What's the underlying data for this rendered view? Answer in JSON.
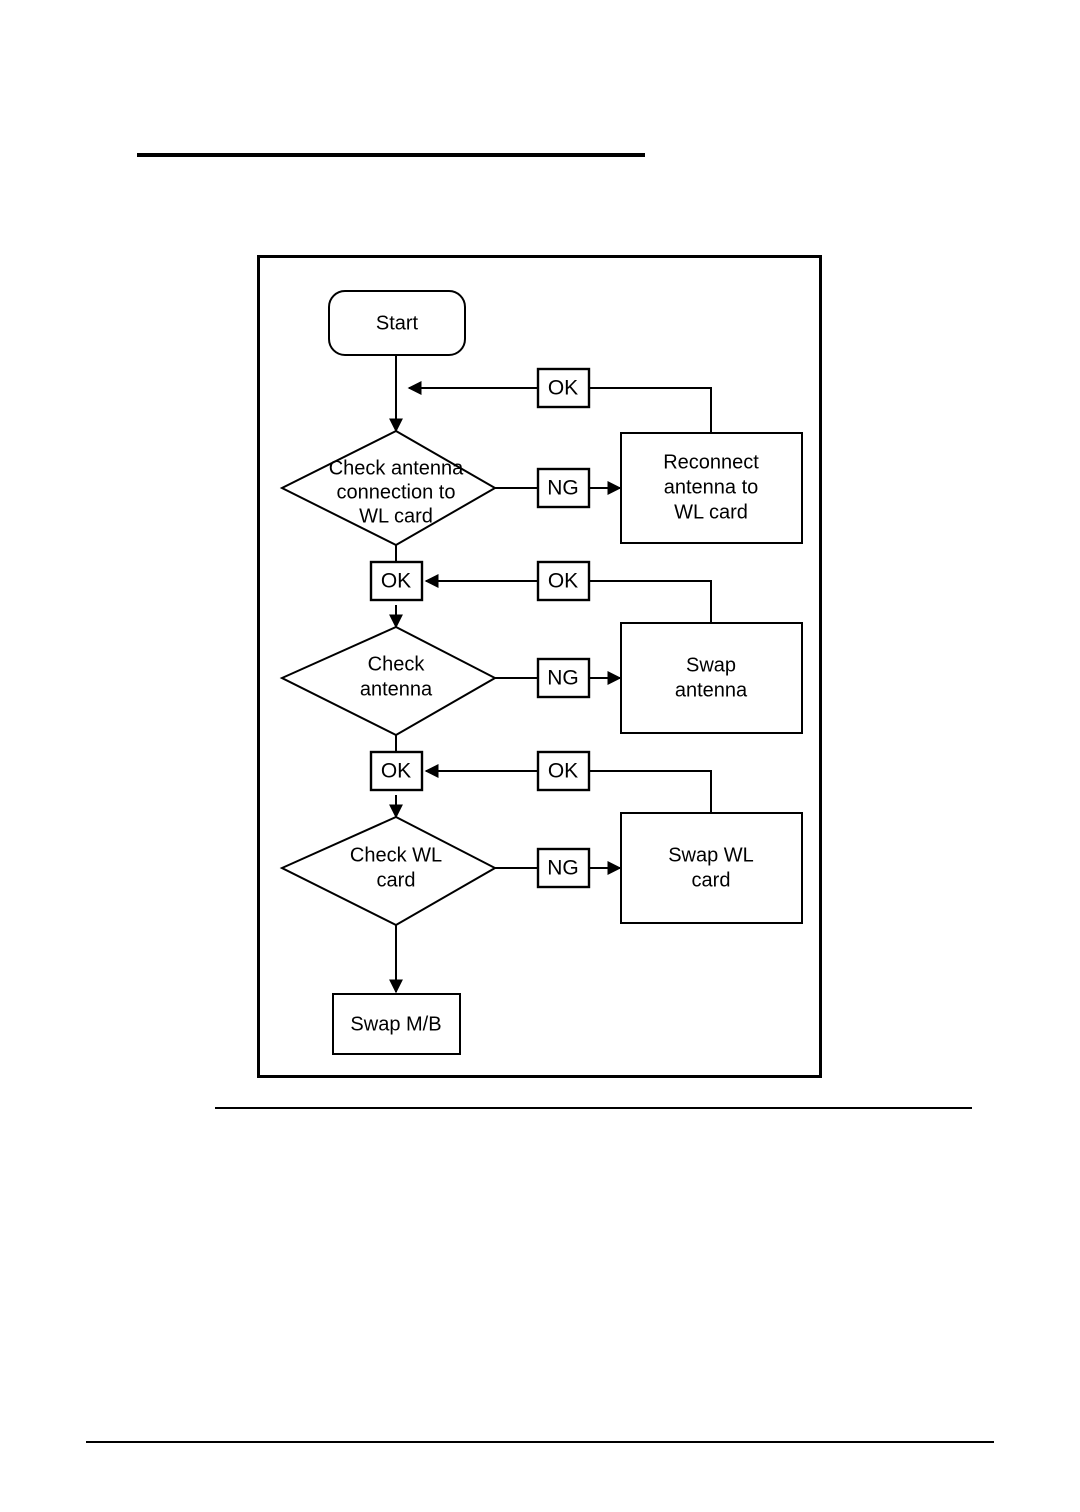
{
  "document": {
    "type": "service-manual-flowchart-page",
    "background_color": "#ffffff",
    "ink_color": "#000000"
  },
  "rules": {
    "header_rule": "",
    "section_rule": "",
    "footer_rule": ""
  },
  "flowchart": {
    "title": "",
    "nodes": {
      "start": {
        "label": "Start",
        "shape": "rounded-rectangle"
      },
      "decision1": {
        "shape": "diamond",
        "lines": [
          "Check antenna",
          "connection to",
          "WL card"
        ],
        "line1": "Check antenna",
        "line2": "connection to",
        "line3": "WL card"
      },
      "process1": {
        "shape": "rectangle",
        "lines": [
          "Reconnect",
          "antenna to",
          "WL card"
        ],
        "line1": "Reconnect",
        "line2": "antenna to",
        "line3": "WL card"
      },
      "decision2": {
        "shape": "diamond",
        "lines": [
          "Check",
          "antenna"
        ],
        "line1": "Check",
        "line2": "antenna"
      },
      "process2": {
        "shape": "rectangle",
        "lines": [
          "Swap",
          "antenna"
        ],
        "line1": "Swap",
        "line2": "antenna"
      },
      "decision3": {
        "shape": "diamond",
        "lines": [
          "Check WL",
          "card"
        ],
        "line1": "Check WL",
        "line2": "card"
      },
      "process3": {
        "shape": "rectangle",
        "lines": [
          "Swap WL",
          "card"
        ],
        "line1": "Swap WL",
        "line2": "card"
      },
      "terminal": {
        "label": "Swap M/B",
        "shape": "rectangle"
      }
    },
    "edge_labels": {
      "ng1": "NG",
      "ng2": "NG",
      "ng3": "NG",
      "ok_return1": "OK",
      "ok_return2": "OK",
      "ok_return3": "OK",
      "ok_path1": "OK",
      "ok_path2": "OK"
    }
  }
}
